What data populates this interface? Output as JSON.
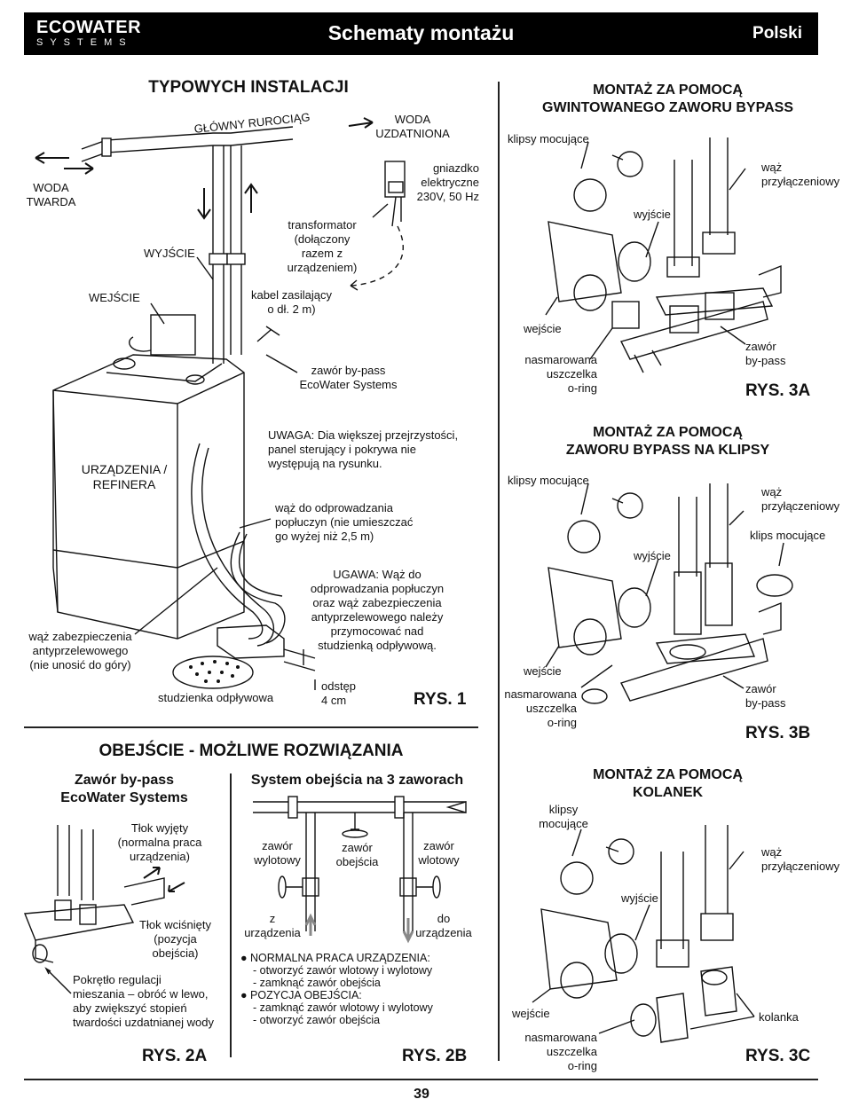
{
  "header": {
    "brand_line1": "ECOWATER",
    "brand_line2": "SYSTEMS",
    "title": "Schematy montażu",
    "language": "Polski"
  },
  "fig1": {
    "heading": "TYPOWYCH INSTALACJI",
    "main_pipe": "GŁÓWNY RUROCIĄG",
    "treated_water": [
      "WODA",
      "UZDATNIONA"
    ],
    "hard_water": [
      "WODA",
      "TWARDA"
    ],
    "socket": [
      "gniazdko",
      "elektryczne",
      "230V, 50 Hz"
    ],
    "transformer": [
      "transformator",
      "(dołączony",
      "razem z",
      "urządzeniem)"
    ],
    "outlet": "WYJŚCIE",
    "inlet": "WEJŚCIE",
    "power_cable": [
      "kabel zasilający",
      "o dł. 2 m)"
    ],
    "bypass_valve": [
      "zawór by-pass",
      "EcoWater Systems"
    ],
    "note": [
      "UWAGA: Dia większej przejrzystości,",
      "panel sterujący i pokrywa nie",
      "występują na rysunku."
    ],
    "device": [
      "URZĄDZENIA /",
      "REFINERA"
    ],
    "drain_hose": [
      "wąż do odprowadzania",
      "popłuczyn (nie umieszczać",
      "go wyżej niż 2,5 m)"
    ],
    "caution": [
      "UGAWA: Wąż do",
      "odprowadzania popłuczyn",
      "oraz wąż zabezpieczenia",
      "antyprzelewowego należy",
      "przymocować nad",
      "studzienką odpływową."
    ],
    "overflow_hose": [
      "wąż zabezpieczenia",
      "antyprzelewowego",
      "(nie unosić do góry)"
    ],
    "drain_well": "studzienka odpływowa",
    "gap": [
      "odstęp",
      "4 cm"
    ],
    "label": "RYS. 1"
  },
  "bypass": {
    "heading": "OBEJŚCIE - MOŻLIWE ROZWIĄZANIA",
    "a": {
      "title": [
        "Zawór by-pass",
        "EcoWater Systems"
      ],
      "piston_out": [
        "Tłok wyjęty",
        "(normalna praca",
        "urządzenia)"
      ],
      "piston_in": [
        "Tłok wciśnięty",
        "(pozycja",
        "obejścia)"
      ],
      "knob": [
        "Pokrętło regulacji",
        "mieszania – obróć w lewo,",
        "aby zwiększyć stopień",
        "twardości uzdatnianej wody"
      ],
      "label": "RYS. 2A"
    },
    "b": {
      "title": "System obejścia na 3 zaworach",
      "outlet_valve": [
        "zawór",
        "wylotowy"
      ],
      "bypass_valve": [
        "zawór",
        "obejścia"
      ],
      "inlet_valve": [
        "zawór",
        "wlotowy"
      ],
      "from_device": [
        "z",
        "urządzenia"
      ],
      "to_device": [
        "do",
        "urządzenia"
      ],
      "normal": "NORMALNA PRACA URZĄDZENIA:",
      "normal_steps": [
        "- otworzyć zawór wlotowy i wylotowy",
        "- zamknąć zawór obejścia"
      ],
      "bypass_pos": "POZYCJA OBEJŚCIA:",
      "bypass_steps": [
        "- zamknąć zawór wlotowy i wylotowy",
        "- otworzyć zawór obejścia"
      ],
      "label": "RYS. 2B"
    }
  },
  "fig3a": {
    "heading": [
      "MONTAŻ ZA POMOCĄ",
      "GWINTOWANEGO ZAWORU BYPASS"
    ],
    "clips": "klipsy mocujące",
    "hose": [
      "wąż",
      "przyłączeniowy"
    ],
    "outlet": "wyjście",
    "inlet": "wejście",
    "oring": [
      "nasmarowana",
      "uszczelka",
      "o-ring"
    ],
    "bypass": [
      "zawór",
      "by-pass"
    ],
    "label": "RYS. 3A"
  },
  "fig3b": {
    "heading": [
      "MONTAŻ ZA POMOCĄ",
      "ZAWORU BYPASS NA KLIPSY"
    ],
    "clips": "klipsy mocujące",
    "hose": [
      "wąż",
      "przyłączeniowy"
    ],
    "clips2": "klips mocujące",
    "outlet": "wyjście",
    "inlet": "wejście",
    "oring": [
      "nasmarowana",
      "uszczelka",
      "o-ring"
    ],
    "bypass": [
      "zawór",
      "by-pass"
    ],
    "label": "RYS. 3B"
  },
  "fig3c": {
    "heading": [
      "MONTAŻ ZA POMOCĄ",
      "KOLANEK"
    ],
    "clips": [
      "klipsy",
      "mocujące"
    ],
    "hose": [
      "wąż",
      "przyłączeniowy"
    ],
    "outlet": "wyjście",
    "inlet": "wejście",
    "elbows": "kolanka",
    "oring": [
      "nasmarowana",
      "uszczelka",
      "o-ring"
    ],
    "label": "RYS. 3C"
  },
  "page_number": "39"
}
